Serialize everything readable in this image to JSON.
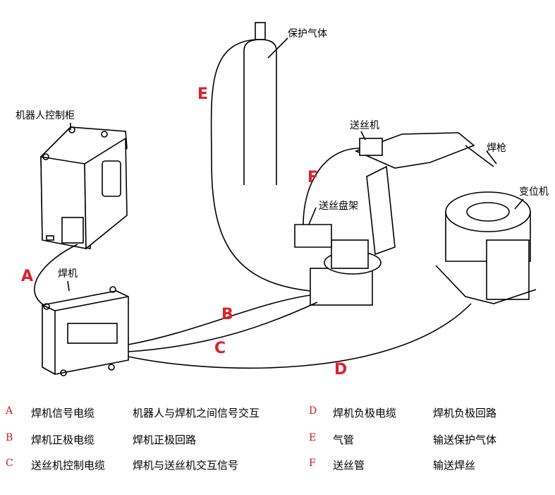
{
  "components": {
    "controller": "机器人控制柜",
    "welder": "焊机",
    "gas": "保护气体",
    "feeder": "送丝机",
    "torch": "焊枪",
    "spool": "送丝盘架",
    "positioner": "变位机"
  },
  "cable_labels": [
    "A",
    "B",
    "C",
    "D",
    "E",
    "F"
  ],
  "legend": [
    {
      "code": "A",
      "name": "焊机信号电缆",
      "desc": "机器人与焊机之间信号交互"
    },
    {
      "code": "B",
      "name": "焊机正极电缆",
      "desc": "焊机正极回路"
    },
    {
      "code": "C",
      "name": "送丝机控制电缆",
      "desc": "焊机与送丝机交互信号"
    },
    {
      "code": "D",
      "name": "焊机负极电缆",
      "desc": "焊机负极回路"
    },
    {
      "code": "E",
      "name": "气管",
      "desc": "输送保护气体"
    },
    {
      "code": "F",
      "name": "送丝管",
      "desc": "输送焊丝"
    }
  ],
  "colors": {
    "cable_label": "#e0202a",
    "legend_code": "#d01818",
    "line": "#000000"
  }
}
